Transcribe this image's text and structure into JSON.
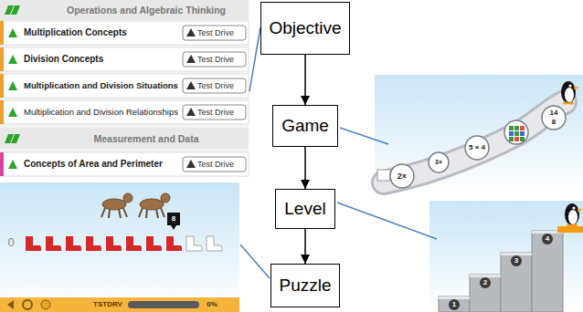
{
  "diagram": {
    "nodes": [
      {
        "text": [
          "Objective"
        ]
      },
      {
        "text": [
          "Game"
        ]
      },
      {
        "text": [
          "Level"
        ]
      },
      {
        "text": [
          "Puzzle"
        ]
      }
    ],
    "edges": [
      {
        "from": 0,
        "to": 1,
        "arrow": "to"
      },
      {
        "from": 1,
        "to": 2,
        "arrow": "to"
      },
      {
        "from": 2,
        "to": 3,
        "arrow": "to"
      }
    ],
    "labels": [
      "Operations and Algebraic Thinking",
      "Multiplication Concepts",
      "Test Drive",
      "Division Concepts",
      "Test Drive",
      "Multiplication and Division Situations",
      "Test Drive",
      "Multiplication and Division Relationships",
      "Test Drive",
      "Measurement and Data",
      "Concepts of Area and Perimeter",
      "Test Drive",
      "2×",
      "3×",
      "5 × 4",
      "14",
      "8",
      "0",
      "8",
      "TSTDRV",
      "0%",
      "1",
      "2",
      "3",
      "4"
    ]
  }
}
